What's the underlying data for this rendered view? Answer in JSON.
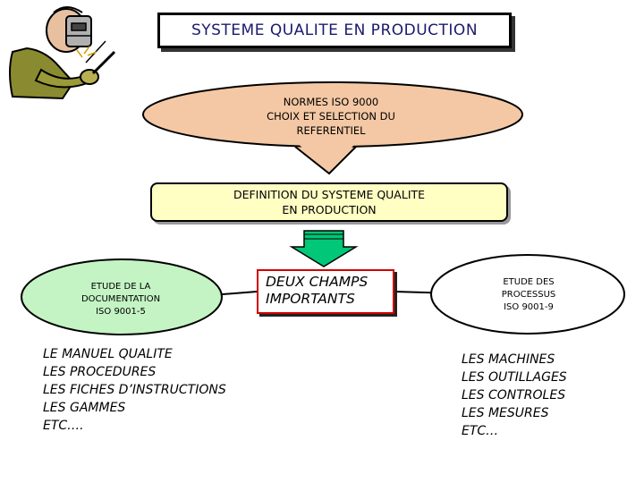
{
  "title": "SYSTEME QUALITE EN PRODUCTION",
  "norms": {
    "lines": [
      "NORMES ISO 9000",
      "CHOIX ET SELECTION DU",
      "REFERENTIEL"
    ]
  },
  "definition": {
    "lines": [
      "DEFINITION DU SYSTEME QUALITE",
      "EN PRODUCTION"
    ]
  },
  "central": {
    "lines": [
      "DEUX CHAMPS",
      "IMPORTANTS"
    ]
  },
  "left_ellipse": {
    "lines": [
      "ETUDE DE LA",
      "DOCUMENTATION",
      "ISO 9001-5"
    ]
  },
  "right_ellipse": {
    "lines": [
      "ETUDE DES",
      "PROCESSUS",
      "ISO 9001-9"
    ]
  },
  "left_list": [
    "LE MANUEL QUALITE",
    "LES PROCEDURES",
    "LES FICHES D’INSTRUCTIONS",
    "LES GAMMES",
    "ETC…."
  ],
  "right_list": [
    "LES MACHINES",
    "LES OUTILLAGES",
    "LES CONTROLES",
    "LES MESURES",
    "ETC…"
  ],
  "colors": {
    "norms_fill": "#f4c8a4",
    "definition_fill": "#ffffc4",
    "left_ellipse_fill": "#c4f4c4",
    "right_ellipse_fill": "#ffffff",
    "central_border": "#d00000",
    "arrow_fill": "#00c878"
  },
  "icons": {
    "worker": "welder-with-mask-icon",
    "arrow": "down-arrow-icon"
  }
}
